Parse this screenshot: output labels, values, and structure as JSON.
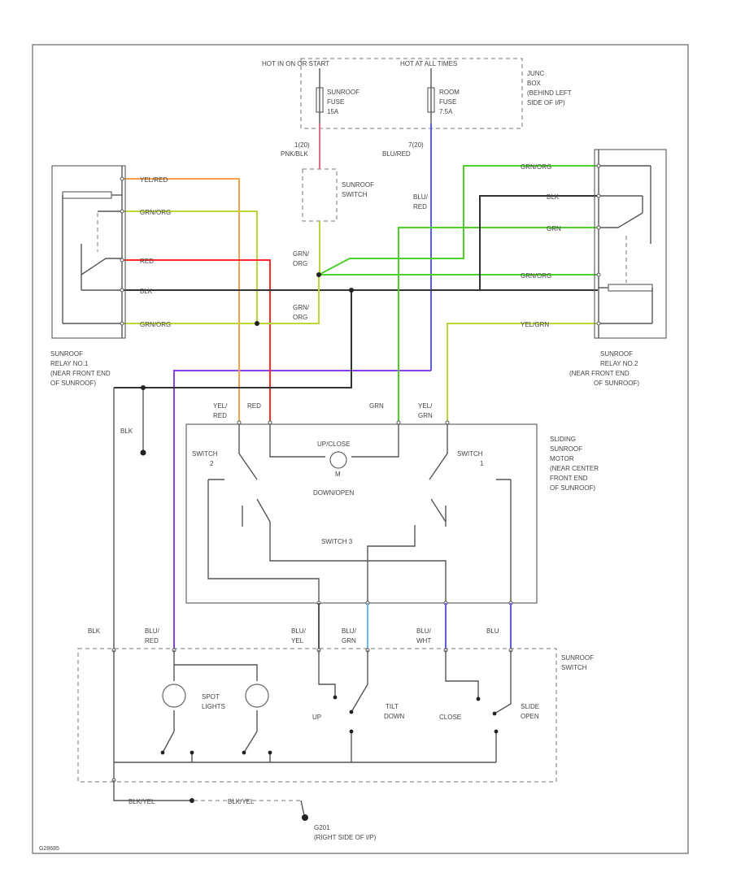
{
  "header": {
    "hot_start": "HOT IN ON OR START",
    "hot_all": "HOT AT ALL TIMES",
    "junction_box": [
      "JUNC",
      "BOX",
      "(BEHIND LEFT",
      "SIDE OF I/P)"
    ]
  },
  "fuses": {
    "sunroof": [
      "SUNROOF",
      "FUSE",
      "15A"
    ],
    "room": [
      "ROOM",
      "FUSE",
      "7.5A"
    ]
  },
  "wires": {
    "pnk_blk": [
      "1(20)",
      "PNK/BLK"
    ],
    "blu_red_top": [
      "7(20)",
      "BLU/RED"
    ],
    "blu_red_mid": [
      "BLU/",
      "RED"
    ],
    "grn_org_1": [
      "GRN/",
      "ORG"
    ],
    "grn_org_2": [
      "GRN/",
      "ORG"
    ],
    "relay1_wire1": "YEL/RED",
    "relay1_wire2": "GRN/ORG",
    "relay1_wire3": "RED",
    "relay1_wire4": "BLK",
    "relay1_wire5": "GRN/ORG",
    "relay2_wire1": "GRN/ORG",
    "relay2_wire2": "BLK",
    "relay2_wire3": "GRN",
    "relay2_wire4": "GRN/ORG",
    "relay2_wire5": "YEL/GRN",
    "motor_yel_red": [
      "YEL/",
      "RED"
    ],
    "motor_red": "RED",
    "motor_grn": "GRN",
    "motor_yel_grn": [
      "YEL/",
      "GRN"
    ],
    "blk_ground": "BLK",
    "sw_blk": "BLK",
    "sw_blu_red": [
      "BLU/",
      "RED"
    ],
    "sw_blu_yel": [
      "BLU/",
      "YEL"
    ],
    "sw_blu_grn": [
      "BLU/",
      "GRN"
    ],
    "sw_blu_wht": [
      "BLU/",
      "WHT"
    ],
    "sw_blu": "BLU",
    "bottom_1": "BLK/YEL",
    "bottom_2": "BLK/YEL"
  },
  "components": {
    "sunroof_switch_top": [
      "SUNROOF",
      "SWITCH"
    ],
    "relay1": [
      "SUNROOF",
      "RELAY NO.1",
      "(NEAR FRONT END",
      "OF SUNROOF)"
    ],
    "relay2": [
      "SUNROOF",
      "RELAY NO.2",
      "(NEAR FRONT END",
      "OF SUNROOF)"
    ],
    "motor": [
      "SLIDING",
      "SUNROOF",
      "MOTOR",
      "(NEAR CENTER",
      "FRONT END",
      "OF SUNROOF)"
    ],
    "switch_2": [
      "SWITCH",
      "2"
    ],
    "switch_1": [
      "SWITCH",
      "1"
    ],
    "switch_3": "SWITCH 3",
    "up_close": "UP/CLOSE",
    "down_open": "DOWN/OPEN",
    "motor_symbol": "M",
    "sunroof_switch_bottom": [
      "SUNROOF",
      "SWITCH"
    ],
    "spot_lights": [
      "SPOT",
      "LIGHTS"
    ],
    "sw_up": "UP",
    "sw_tilt_down": [
      "TILT",
      "DOWN"
    ],
    "sw_close": "CLOSE",
    "sw_slide_open": [
      "SLIDE",
      "OPEN"
    ],
    "ground": [
      "G201",
      "(RIGHT SIDE OF I/P)"
    ]
  },
  "footer_code": "G28685",
  "colors": {
    "orange": "#f5a04a",
    "yellow_green": "#bcd63a",
    "red": "#ff2a2a",
    "black": "#333333",
    "green": "#4ccf2a",
    "blue": "#5a5aff",
    "purple": "#8a3ee6",
    "pink": "#e86a8a",
    "light_blue": "#6fb6e8",
    "gray": "#555555"
  }
}
